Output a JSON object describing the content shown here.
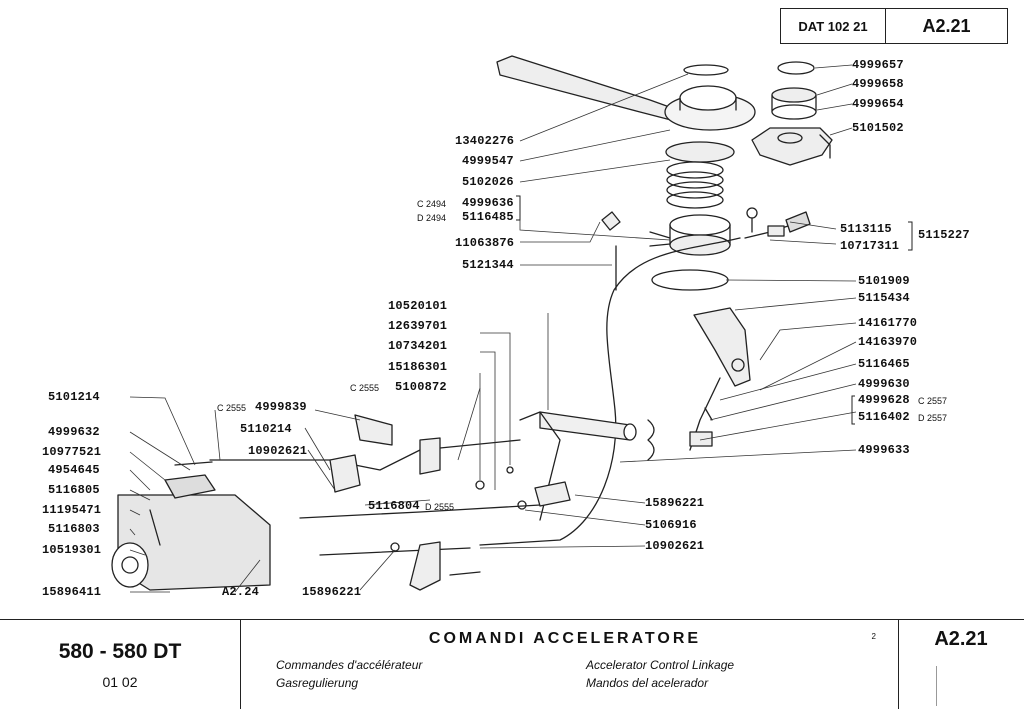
{
  "header": {
    "dat_label": "DAT 102 21",
    "ref": "A2.21"
  },
  "labels": {
    "p13402276": "13402276",
    "p4999547": "4999547",
    "p5102026": "5102026",
    "p4999636": "4999636",
    "p5116485": "5116485",
    "p11063876": "11063876",
    "p5121344": "5121344",
    "p10520101": "10520101",
    "p12639701": "12639701",
    "p10734201": "10734201",
    "p15186301": "15186301",
    "p5100872": "5100872",
    "p4999839": "4999839",
    "p5110214": "5110214",
    "p10902621a": "10902621",
    "p5116804": "5116804",
    "p5101214": "5101214",
    "p4999632": "4999632",
    "p10977521": "10977521",
    "p4954645": "4954645",
    "p5116805": "5116805",
    "p11195471": "11195471",
    "p5116803": "5116803",
    "p10519301": "10519301",
    "p15896411": "15896411",
    "a224": "A2.24",
    "p15896221a": "15896221",
    "p4999657": "4999657",
    "p4999658": "4999658",
    "p4999654": "4999654",
    "p5101502": "5101502",
    "p5113115": "5113115",
    "p10717311": "10717311",
    "p5115227": "5115227",
    "p5101909": "5101909",
    "p5115434": "5115434",
    "p14161770": "14161770",
    "p14163970": "14163970",
    "p5116465": "5116465",
    "p4999630": "4999630",
    "p4999628": "4999628",
    "p5116402": "5116402",
    "p4999633": "4999633",
    "p15896221b": "15896221",
    "p5106916": "5106916",
    "p10902621b": "10902621"
  },
  "variants": {
    "c2494": "C 2494",
    "d2494": "D 2494",
    "c2555a": "C 2555",
    "c2555b": "C 2555",
    "d2555": "D 2555",
    "c2557": "C 2557",
    "d2557": "D 2557"
  },
  "footer": {
    "model": "580 - 580 DT",
    "model_sub": "01   02",
    "title_it": "COMANDI ACCELERATORE",
    "title_fr": "Commandes d'accélérateur",
    "title_de": "Gasregulierung",
    "title_en": "Accelerator Control Linkage",
    "title_es": "Mandos del acelerador",
    "page_no": "2",
    "ref": "A2.21"
  }
}
